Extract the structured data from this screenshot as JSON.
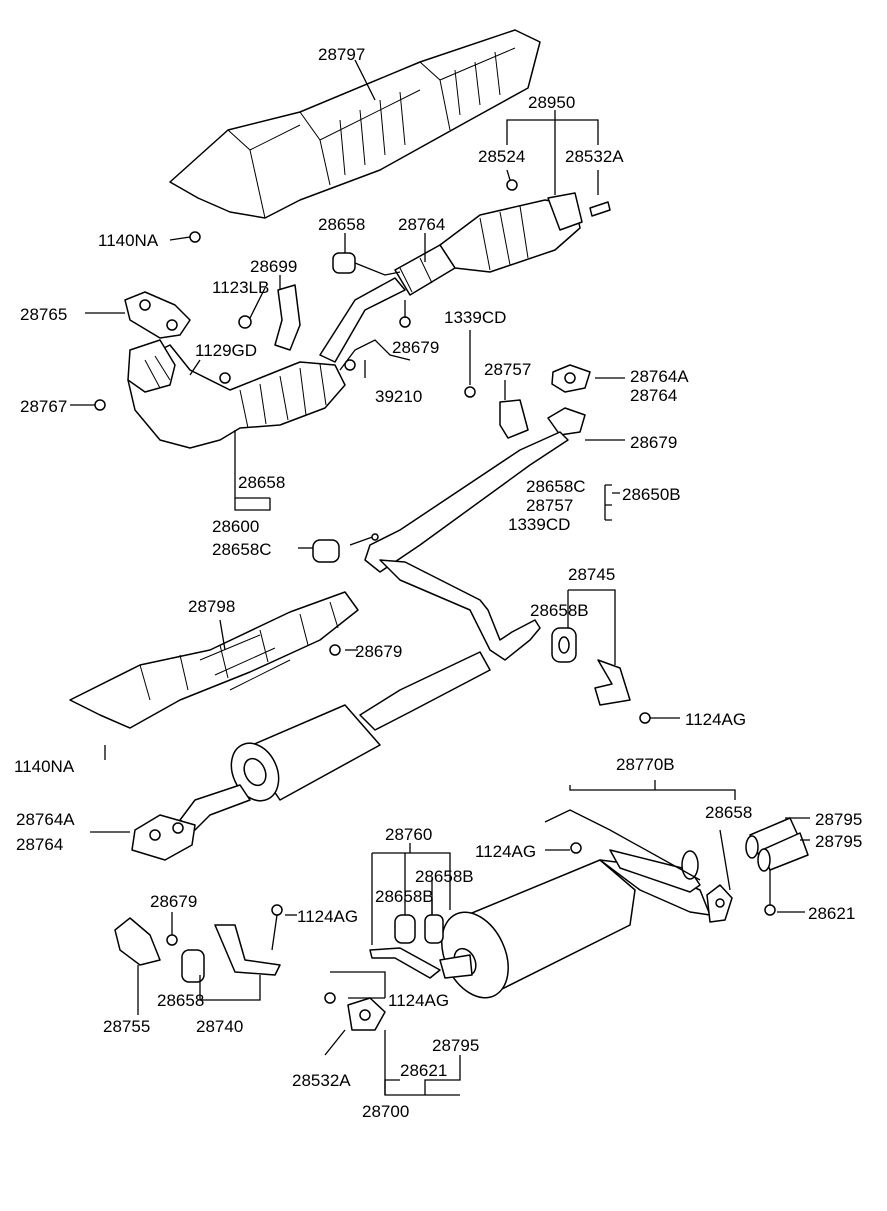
{
  "labels": {
    "heat_shield_upper": "28797",
    "cat_converter_assy": "28950",
    "bolt_28524": "28524",
    "stud_28532A": "28532A",
    "bolt_1140NA_upper": "1140NA",
    "hanger_28658_upper": "28658",
    "gasket_28764_upper": "28764",
    "bracket_28699": "28699",
    "bolt_1123LB": "1123LB",
    "gasket_28765": "28765",
    "bolt_1129GD": "1129GD",
    "nut_1339CD_upper": "1339CD",
    "nut_28679_upper": "28679",
    "sensor_39210": "39210",
    "nut_28767": "28767",
    "clamp_28757_upper": "28757",
    "gasket_28764A_mid": "28764A",
    "gasket_28764_mid": "28764",
    "nut_28679_mid": "28679",
    "hanger_28658C_right": "28658C",
    "clamp_28757_right": "28757",
    "nut_1339CD_right": "1339CD",
    "pipe_28650B": "28650B",
    "hanger_28658_manifold": "28658",
    "manifold_28600": "28600",
    "hanger_28658C_left": "28658C",
    "bracket_28745": "28745",
    "hanger_28658B_mid": "28658B",
    "heat_shield_lower": "28798",
    "nut_28679_lower": "28679",
    "bolt_1124AG_mid": "1124AG",
    "bolt_1140NA_lower": "1140NA",
    "gasket_28764A_lower": "28764A",
    "gasket_28764_lower": "28764",
    "muffler_assy_28770B": "28770B",
    "hanger_28658_rear": "28658",
    "tip_28795_a": "28795",
    "tip_28795_b": "28795",
    "bolt_1124AG_rear": "1124AG",
    "bracket_28760": "28760",
    "hanger_28658B_a": "28658B",
    "hanger_28658B_b": "28658B",
    "screw_28621": "28621",
    "nut_28679_bottom": "28679",
    "bolt_1124AG_bottom": "1124AG",
    "hanger_28658_bottom": "28658",
    "bracket_28740": "28740",
    "bracket_28755": "28755",
    "bolt_1124AG_lower": "1124AG",
    "tip_28795_c": "28795",
    "stud_28532A_lower": "28532A",
    "screw_28621_lower": "28621",
    "rear_muffler_28700": "28700"
  }
}
